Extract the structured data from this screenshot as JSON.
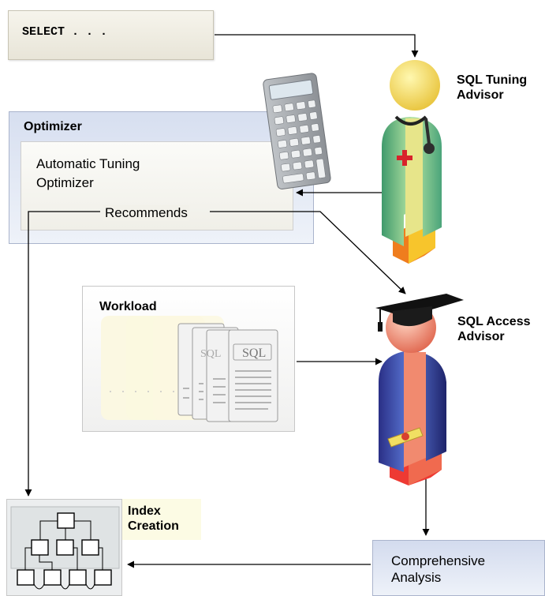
{
  "select": {
    "text": "SELECT . . ."
  },
  "optimizer": {
    "title": "Optimizer",
    "ato_line1": "Automatic Tuning",
    "ato_line2": "Optimizer",
    "recommends": "Recommends"
  },
  "workload": {
    "title": "Workload",
    "doc_text": "SQL"
  },
  "sql_tuning_advisor": {
    "line1": "SQL Tuning",
    "line2": "Advisor"
  },
  "sql_access_advisor": {
    "line1": "SQL Access",
    "line2": "Advisor"
  },
  "index_creation": {
    "line1": "Index",
    "line2": "Creation"
  },
  "comprehensive_analysis": {
    "line1": "Comprehensive",
    "line2": "Analysis"
  },
  "colors": {
    "arrow": "#000000",
    "panel_blue": "#dfe6f4",
    "panel_cream": "#f4f2e8",
    "hat": "#111111"
  }
}
